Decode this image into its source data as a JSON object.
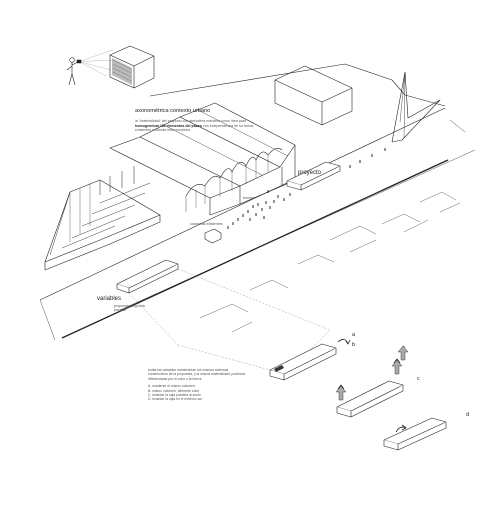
{
  "header": {
    "title": "axonométrica contexto urbano",
    "description_lines": [
      "la \"materialidad\" del proyecto con atmósfera",
      "marítima como idea para"
    ],
    "description_bold_1": "homogeneizar los",
    "description_bold_2": "elementos del paseo",
    "description_tail": " con independencia de su forma, existentes o futuras intervenciones"
  },
  "labels": {
    "proyecto": "proyecto",
    "terraza": "terraza",
    "columnas": "columnas existentes",
    "variables": "variables",
    "segunda": "propuesta segunda parcela",
    "a": "a",
    "b": "b",
    "c": "c",
    "d": "d"
  },
  "notes": {
    "intro": "todas las variables mantendrían los mismos sistemas constructivos de la propuesta, y la misma materialidad, pudiendo diferenciarse por el color o la forma:",
    "items": [
      "A. mantener el mismo volumen",
      "B. mismo volumen, diferente color",
      "C. levantar la caja paralela al suelo",
      "D. levantar la caja en el extremo sur"
    ]
  },
  "colors": {
    "line": "#222222",
    "light_line": "#888888",
    "fill": "#ffffff"
  }
}
